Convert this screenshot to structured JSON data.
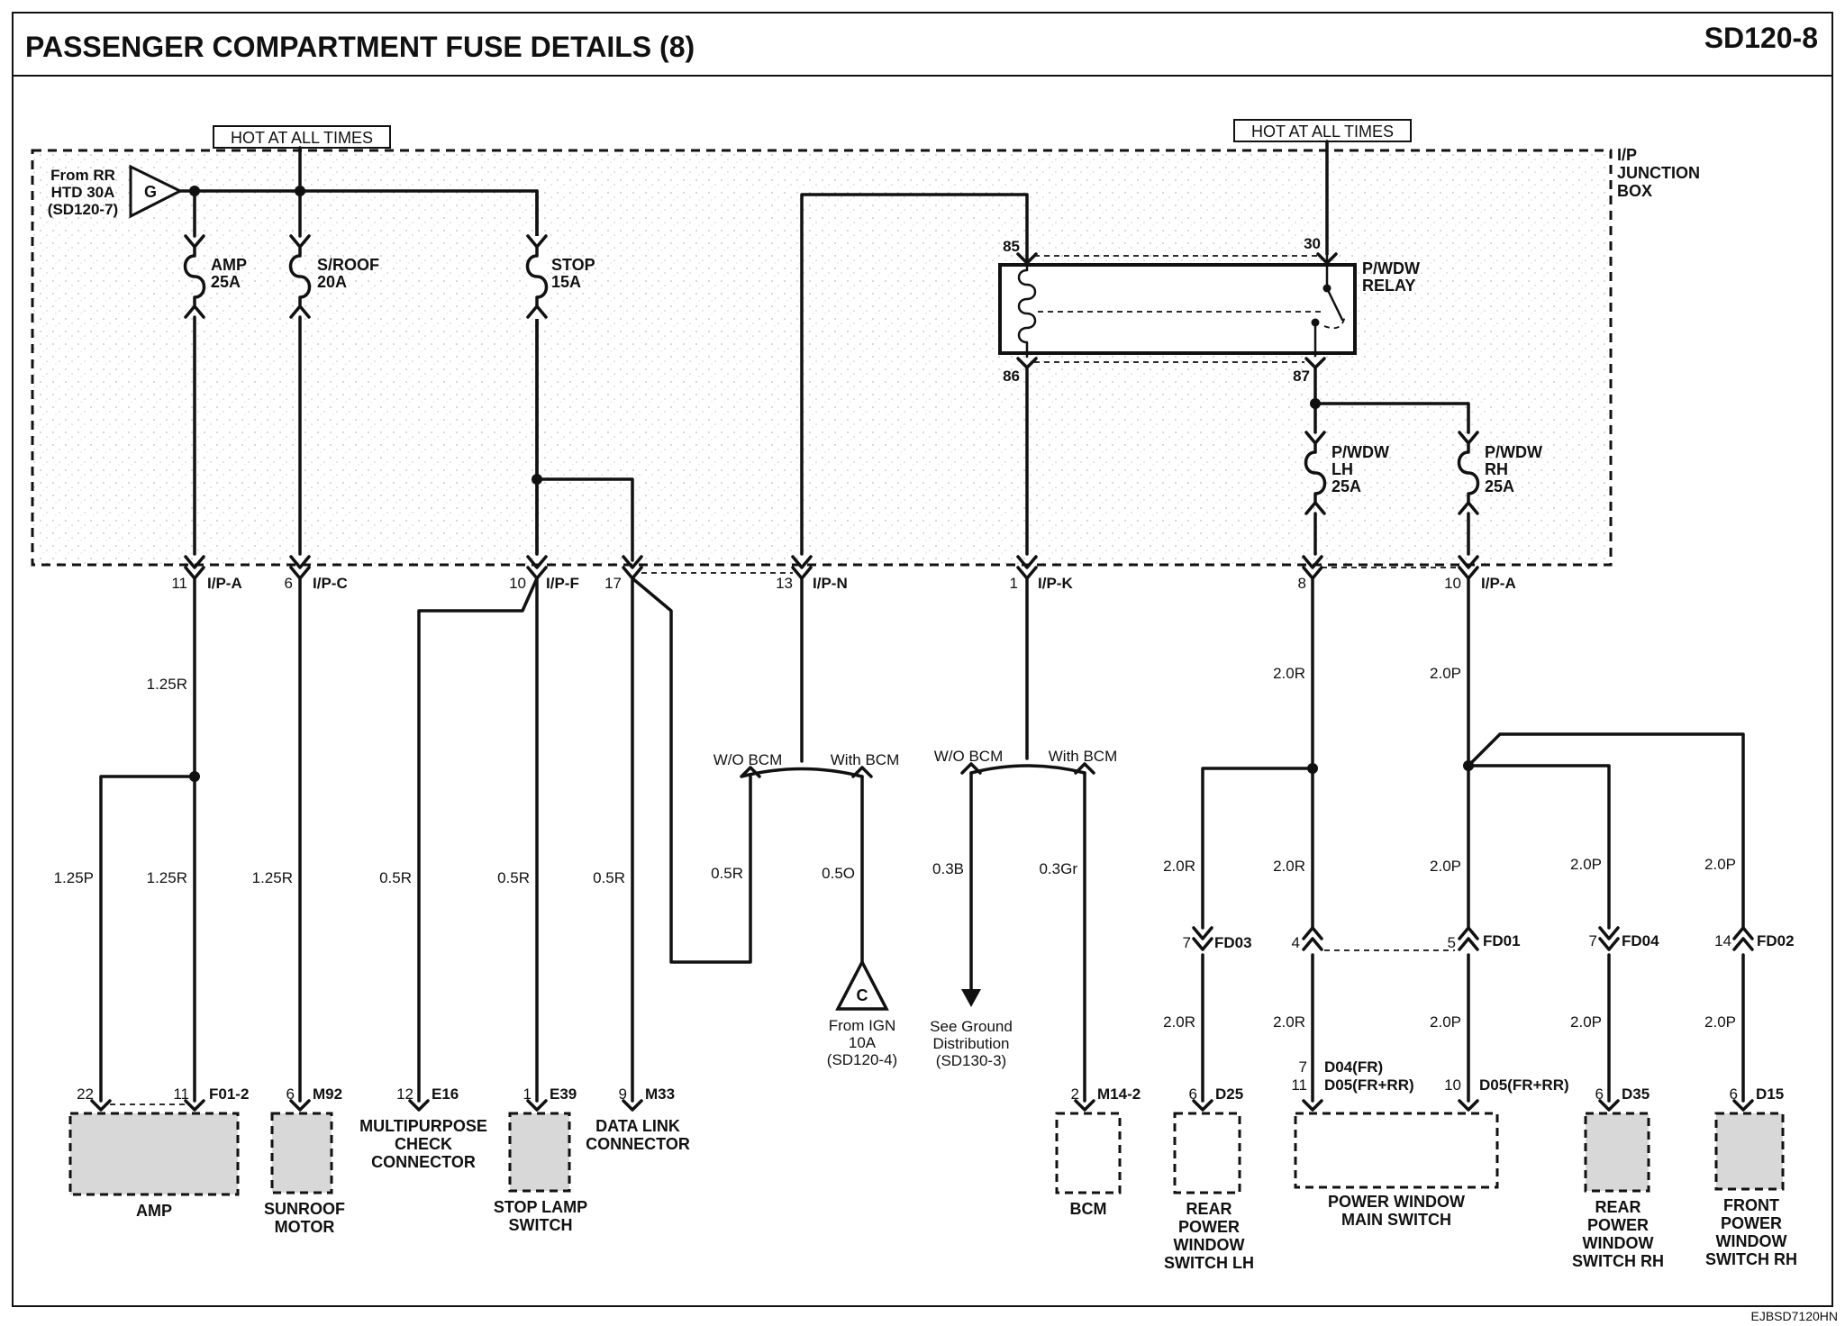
{
  "header": {
    "title": "PASSENGER COMPARTMENT FUSE DETAILS (8)",
    "page_code": "SD120-8"
  },
  "footer": {
    "code": "EJBSD7120HN"
  },
  "hot_labels": {
    "left": "HOT AT ALL TIMES",
    "right": "HOT AT ALL TIMES"
  },
  "junction_box": {
    "line1": "I/P",
    "line2": "JUNCTION",
    "line3": "BOX"
  },
  "source": {
    "line1": "From RR",
    "line2": "HTD 30A",
    "line3": "(SD120-7)",
    "letter": "G"
  },
  "fuses": {
    "amp": {
      "name": "AMP",
      "rating": "25A"
    },
    "sroof": {
      "name": "S/ROOF",
      "rating": "20A"
    },
    "stop": {
      "name": "STOP",
      "rating": "15A"
    },
    "pwdw_lh": {
      "line1": "P/WDW",
      "line2": "LH",
      "rating": "25A"
    },
    "pwdw_rh": {
      "line1": "P/WDW",
      "line2": "RH",
      "rating": "25A"
    }
  },
  "relay": {
    "line1": "P/WDW",
    "line2": "RELAY",
    "pin85": "85",
    "pin86": "86",
    "pin30": "30",
    "pin87": "87"
  },
  "connectors": {
    "ipa_amp": {
      "pin": "11",
      "name": "I/P-A"
    },
    "ipc": {
      "pin": "6",
      "name": "I/P-C"
    },
    "ipf": {
      "pin": "10",
      "name": "I/P-F"
    },
    "ipf17": {
      "pin": "17"
    },
    "ipn": {
      "pin": "13",
      "name": "I/P-N"
    },
    "ipk": {
      "pin": "1",
      "name": "I/P-K"
    },
    "ipa8": {
      "pin": "8"
    },
    "ipa10": {
      "pin": "10",
      "name": "I/P-A"
    }
  },
  "wires": {
    "amp_main": "1.25R",
    "amp_p": "1.25P",
    "amp_r": "1.25R",
    "sunroof": "1.25R",
    "e16": "0.5R",
    "e39": "0.5R",
    "m33": "0.5R",
    "wo_bcm_n": "0.5R",
    "with_bcm_n": "0.5O",
    "wo_bcm_k": "0.3B",
    "with_bcm_k": "0.3Gr",
    "lh_main": "2.0R",
    "rh_main": "2.0P",
    "fd03_top": "2.0R",
    "fd03_bot": "2.0R",
    "main_r_top": "2.0R",
    "main_r_bot": "2.0R",
    "main_p_top": "2.0P",
    "main_p_bot": "2.0P",
    "fd04_top": "2.0P",
    "fd04_bot": "2.0P",
    "fd02_top": "2.0P",
    "fd02_bot": "2.0P"
  },
  "options": {
    "wo_bcm": "W/O BCM",
    "with_bcm": "With BCM"
  },
  "refs": {
    "ign": {
      "letter": "C",
      "line1": "From IGN",
      "line2": "10A",
      "line3": "(SD120-4)"
    },
    "ground": {
      "line1": "See Ground",
      "line2": "Distribution",
      "line3": "(SD130-3)"
    }
  },
  "inline_connectors": {
    "fd03": {
      "pin": "7",
      "name": "FD03"
    },
    "fd01_lh": {
      "pin": "4"
    },
    "fd01": {
      "pin": "5",
      "name": "FD01"
    },
    "fd04": {
      "pin": "7",
      "name": "FD04"
    },
    "fd02": {
      "pin": "14",
      "name": "FD02"
    }
  },
  "components": {
    "amp": {
      "pin_a": "22",
      "pin_b": "11",
      "conn": "F01-2",
      "label": "AMP"
    },
    "sunroof": {
      "pin": "6",
      "conn": "M92",
      "line1": "SUNROOF",
      "line2": "MOTOR"
    },
    "check": {
      "pin": "12",
      "conn": "E16",
      "line1": "MULTIPURPOSE",
      "line2": "CHECK",
      "line3": "CONNECTOR"
    },
    "stop": {
      "pin": "1",
      "conn": "E39",
      "line1": "STOP LAMP",
      "line2": "SWITCH"
    },
    "dlc": {
      "pin": "9",
      "conn": "M33",
      "line1": "DATA LINK",
      "line2": "CONNECTOR"
    },
    "bcm": {
      "pin": "2",
      "conn": "M14-2",
      "label": "BCM"
    },
    "rear_lh": {
      "pin": "6",
      "conn": "D25",
      "line1": "REAR",
      "line2": "POWER",
      "line3": "WINDOW",
      "line4": "SWITCH LH"
    },
    "main_switch": {
      "pin_a1": "7",
      "conn_a1": "D04(FR)",
      "pin_a2": "11",
      "conn_a2": "D05(FR+RR)",
      "pin_b": "10",
      "conn_b": "D05(FR+RR)",
      "line1": "POWER WINDOW",
      "line2": "MAIN SWITCH"
    },
    "rear_rh": {
      "pin": "6",
      "conn": "D35",
      "line1": "REAR",
      "line2": "POWER",
      "line3": "WINDOW",
      "line4": "SWITCH RH"
    },
    "front_rh": {
      "pin": "6",
      "conn": "D15",
      "line1": "FRONT",
      "line2": "POWER",
      "line3": "WINDOW",
      "line4": "SWITCH RH"
    }
  }
}
